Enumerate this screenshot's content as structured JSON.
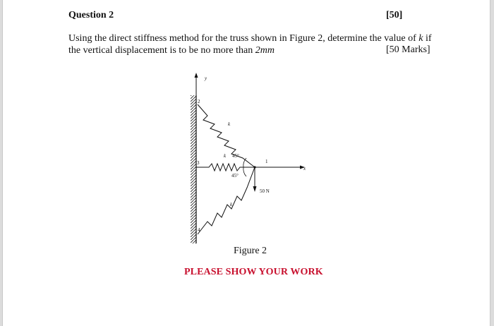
{
  "question": {
    "title": "Question 2",
    "marks": "[50]",
    "line1_prefix": "Using the direct stiffness method for the truss shown in Figure 2, determine the value of ",
    "line1_var": "k",
    "line1_suffix": " if",
    "line2_prefix": "the vertical displacement is to be no more than ",
    "line2_value": "2",
    "line2_unit": "mm",
    "marks_inline": "[50 Marks]"
  },
  "figure": {
    "axis_y": "y",
    "axis_x": "x",
    "node_1": "1",
    "node_2": "2",
    "node_3": "3",
    "node_4": "4",
    "spring_upper": "k",
    "spring_middle": "k",
    "spring_lower": "k",
    "angle_upper": "45°",
    "angle_lower": "45°",
    "load": "50 N",
    "caption": "Figure 2"
  },
  "note": "PLEASE SHOW YOUR WORK"
}
